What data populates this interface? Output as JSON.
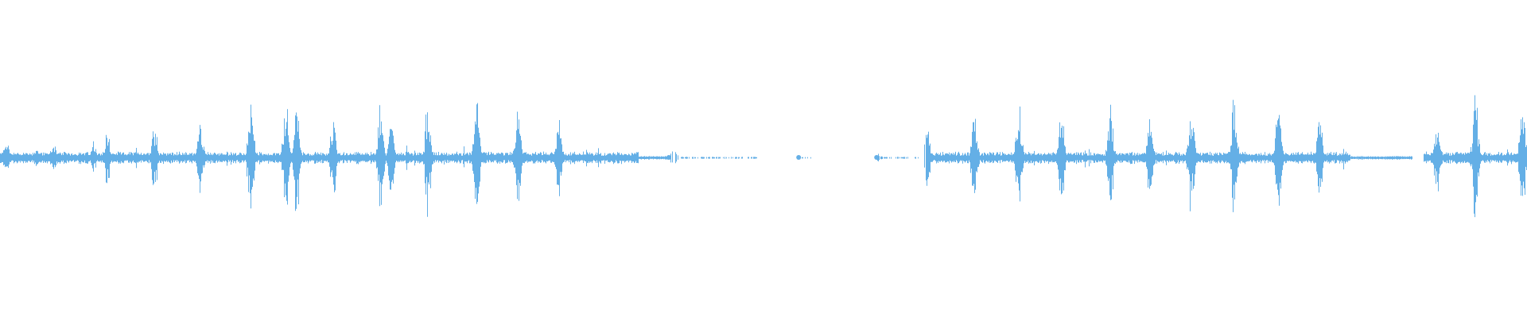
{
  "waveform": {
    "color": "#64afe6",
    "background": "#ffffff",
    "segments": [
      {
        "start": 0.0,
        "end": 0.418,
        "density": "active"
      },
      {
        "start": 0.418,
        "end": 0.437,
        "density": "tail"
      },
      {
        "start": 0.437,
        "end": 0.497,
        "density": "sparse"
      },
      {
        "start": 0.522,
        "end": 0.532,
        "density": "dots"
      },
      {
        "start": 0.573,
        "end": 0.606,
        "density": "sparse"
      },
      {
        "start": 0.606,
        "end": 0.884,
        "density": "active"
      },
      {
        "start": 0.884,
        "end": 0.925,
        "density": "tail"
      },
      {
        "start": 0.932,
        "end": 1.0,
        "density": "active"
      }
    ],
    "peaks": [
      {
        "pos": 0.004,
        "amp": 0.12
      },
      {
        "pos": 0.024,
        "amp": 0.07
      },
      {
        "pos": 0.035,
        "amp": 0.13
      },
      {
        "pos": 0.061,
        "amp": 0.12
      },
      {
        "pos": 0.07,
        "amp": 0.21
      },
      {
        "pos": 0.101,
        "amp": 0.3
      },
      {
        "pos": 0.131,
        "amp": 0.28
      },
      {
        "pos": 0.164,
        "amp": 0.52
      },
      {
        "pos": 0.187,
        "amp": 0.42
      },
      {
        "pos": 0.194,
        "amp": 0.45
      },
      {
        "pos": 0.218,
        "amp": 0.31
      },
      {
        "pos": 0.249,
        "amp": 0.38
      },
      {
        "pos": 0.256,
        "amp": 0.3
      },
      {
        "pos": 0.28,
        "amp": 0.44
      },
      {
        "pos": 0.312,
        "amp": 0.43
      },
      {
        "pos": 0.339,
        "amp": 0.36
      },
      {
        "pos": 0.366,
        "amp": 0.33
      },
      {
        "pos": 0.441,
        "amp": 0.09
      },
      {
        "pos": 0.575,
        "amp": 0.03
      },
      {
        "pos": 0.607,
        "amp": 0.27
      },
      {
        "pos": 0.638,
        "amp": 0.42
      },
      {
        "pos": 0.667,
        "amp": 0.45
      },
      {
        "pos": 0.695,
        "amp": 0.38
      },
      {
        "pos": 0.727,
        "amp": 0.39
      },
      {
        "pos": 0.753,
        "amp": 0.38
      },
      {
        "pos": 0.78,
        "amp": 0.44
      },
      {
        "pos": 0.808,
        "amp": 0.47
      },
      {
        "pos": 0.837,
        "amp": 0.45
      },
      {
        "pos": 0.864,
        "amp": 0.32
      },
      {
        "pos": 0.941,
        "amp": 0.28
      },
      {
        "pos": 0.966,
        "amp": 0.5
      },
      {
        "pos": 0.997,
        "amp": 0.45
      }
    ]
  }
}
